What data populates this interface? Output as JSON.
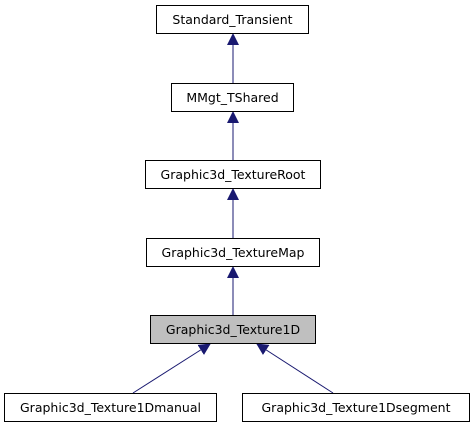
{
  "diagram": {
    "edge_color": "#191970",
    "highlight_color": "#bfbfbf",
    "nodes": {
      "standard_transient": "Standard_Transient",
      "mmgt_tshared": "MMgt_TShared",
      "texture_root": "Graphic3d_TextureRoot",
      "texture_map": "Graphic3d_TextureMap",
      "texture_1d": "Graphic3d_Texture1D",
      "texture_1dmanual": "Graphic3d_Texture1Dmanual",
      "texture_1dsegment": "Graphic3d_Texture1Dsegment"
    }
  }
}
